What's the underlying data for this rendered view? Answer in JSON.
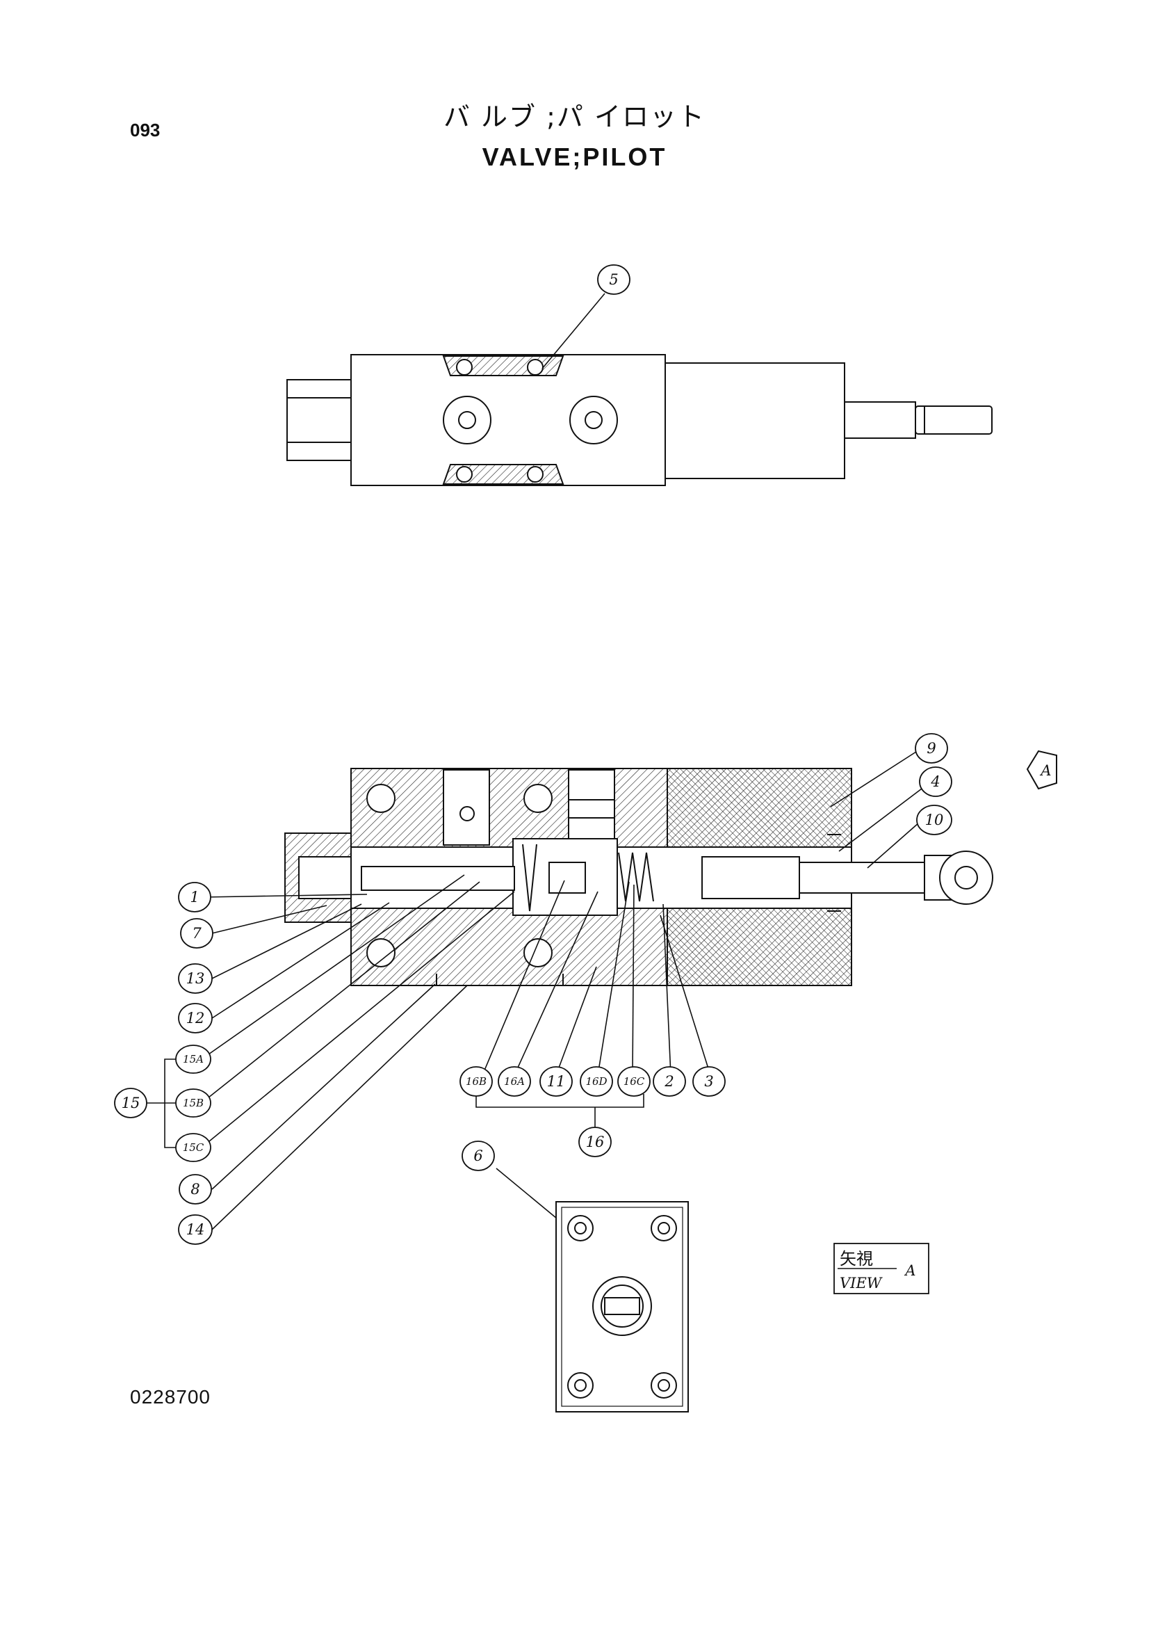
{
  "header": {
    "page_number": "093",
    "title_jp": "バ ルブ ;パ イロット",
    "title_en": "VALVE;PILOT"
  },
  "footer": {
    "drawing_number": "0228700"
  },
  "callouts": {
    "c1": "1",
    "c2": "2",
    "c3": "3",
    "c4": "4",
    "c5": "5",
    "c6": "6",
    "c7": "7",
    "c8": "8",
    "c9": "9",
    "c10": "10",
    "c11": "11",
    "c12": "12",
    "c13": "13",
    "c14": "14",
    "c15": "15",
    "c15a": "15A",
    "c15b": "15B",
    "c15c": "15C",
    "c16": "16",
    "c16a": "16A",
    "c16b": "16B",
    "c16c": "16C",
    "c16d": "16D"
  },
  "view_a": {
    "arrow_label": "A",
    "label_jp": "矢視",
    "label_en": "VIEW",
    "label_letter": "A"
  }
}
